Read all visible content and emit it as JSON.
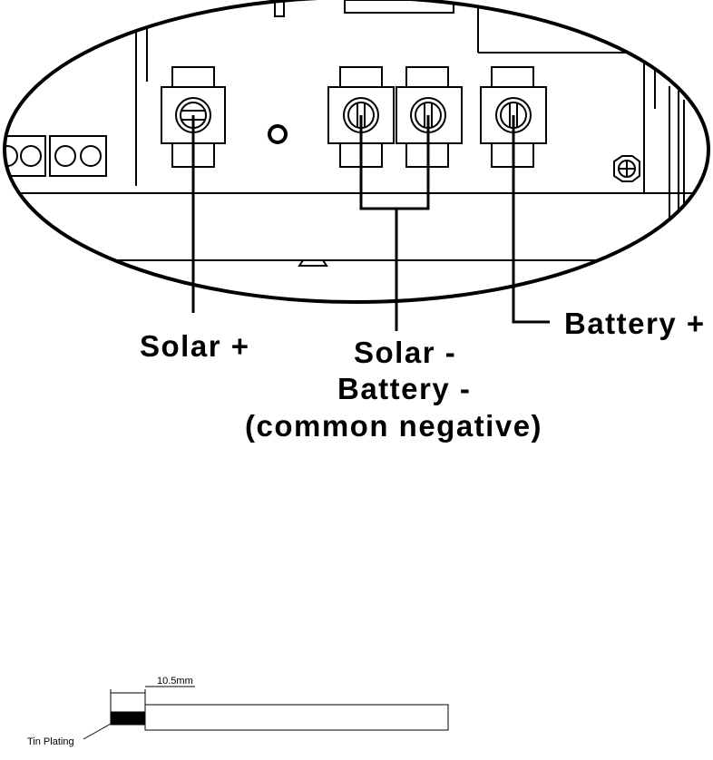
{
  "labels": {
    "solar_plus": "Solar +",
    "solar_minus": "Solar -",
    "battery_minus": "Battery -",
    "common_negative": "(common negative)",
    "battery_plus": "Battery +"
  },
  "wire_detail": {
    "dimension": "10.5mm",
    "tin_plating": "Tin Plating"
  }
}
